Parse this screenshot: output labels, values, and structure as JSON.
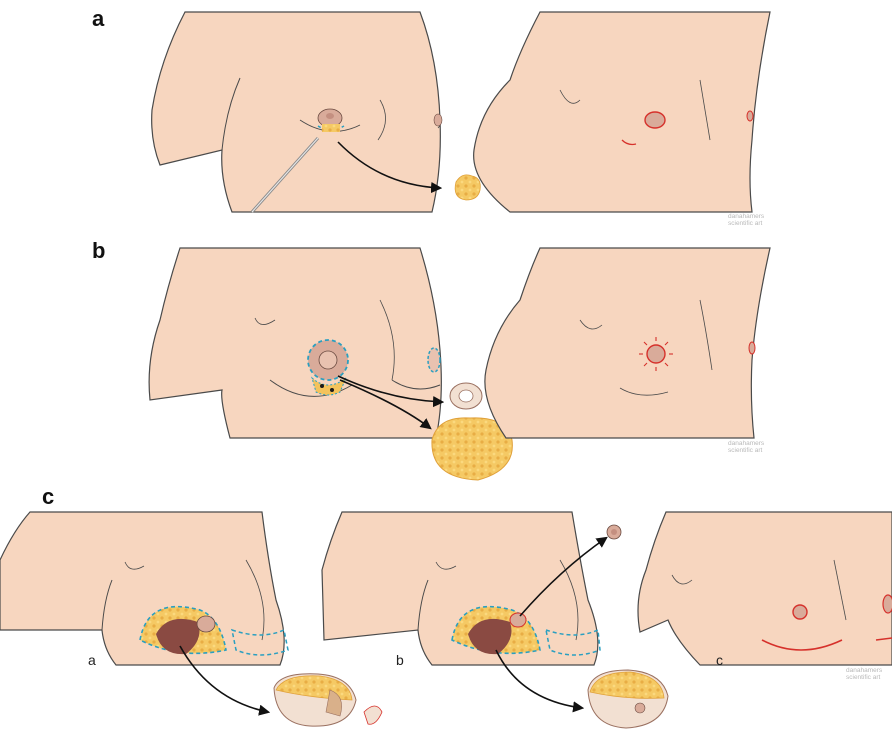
{
  "panels": {
    "a": {
      "letter": "a",
      "credit_line1": "danahamers",
      "credit_line2": "scientific art"
    },
    "b": {
      "letter": "b",
      "credit_line1": "danahamers",
      "credit_line2": "scientific art"
    },
    "c": {
      "letter": "c",
      "sub_labels": [
        "a",
        "b",
        "c"
      ],
      "credit_line1": "danahamers",
      "credit_line2": "scientific art"
    }
  },
  "colors": {
    "skin": "#f7d6bf",
    "outline": "#4a4a4a",
    "areola": "#d9ab9a",
    "incision": "#d6312b",
    "dashed_guide": "#2a9fc0",
    "fat": "#f3c35c",
    "fat_dark": "#e3a73b",
    "gland": "#8a4a42",
    "arrow": "#111111"
  }
}
